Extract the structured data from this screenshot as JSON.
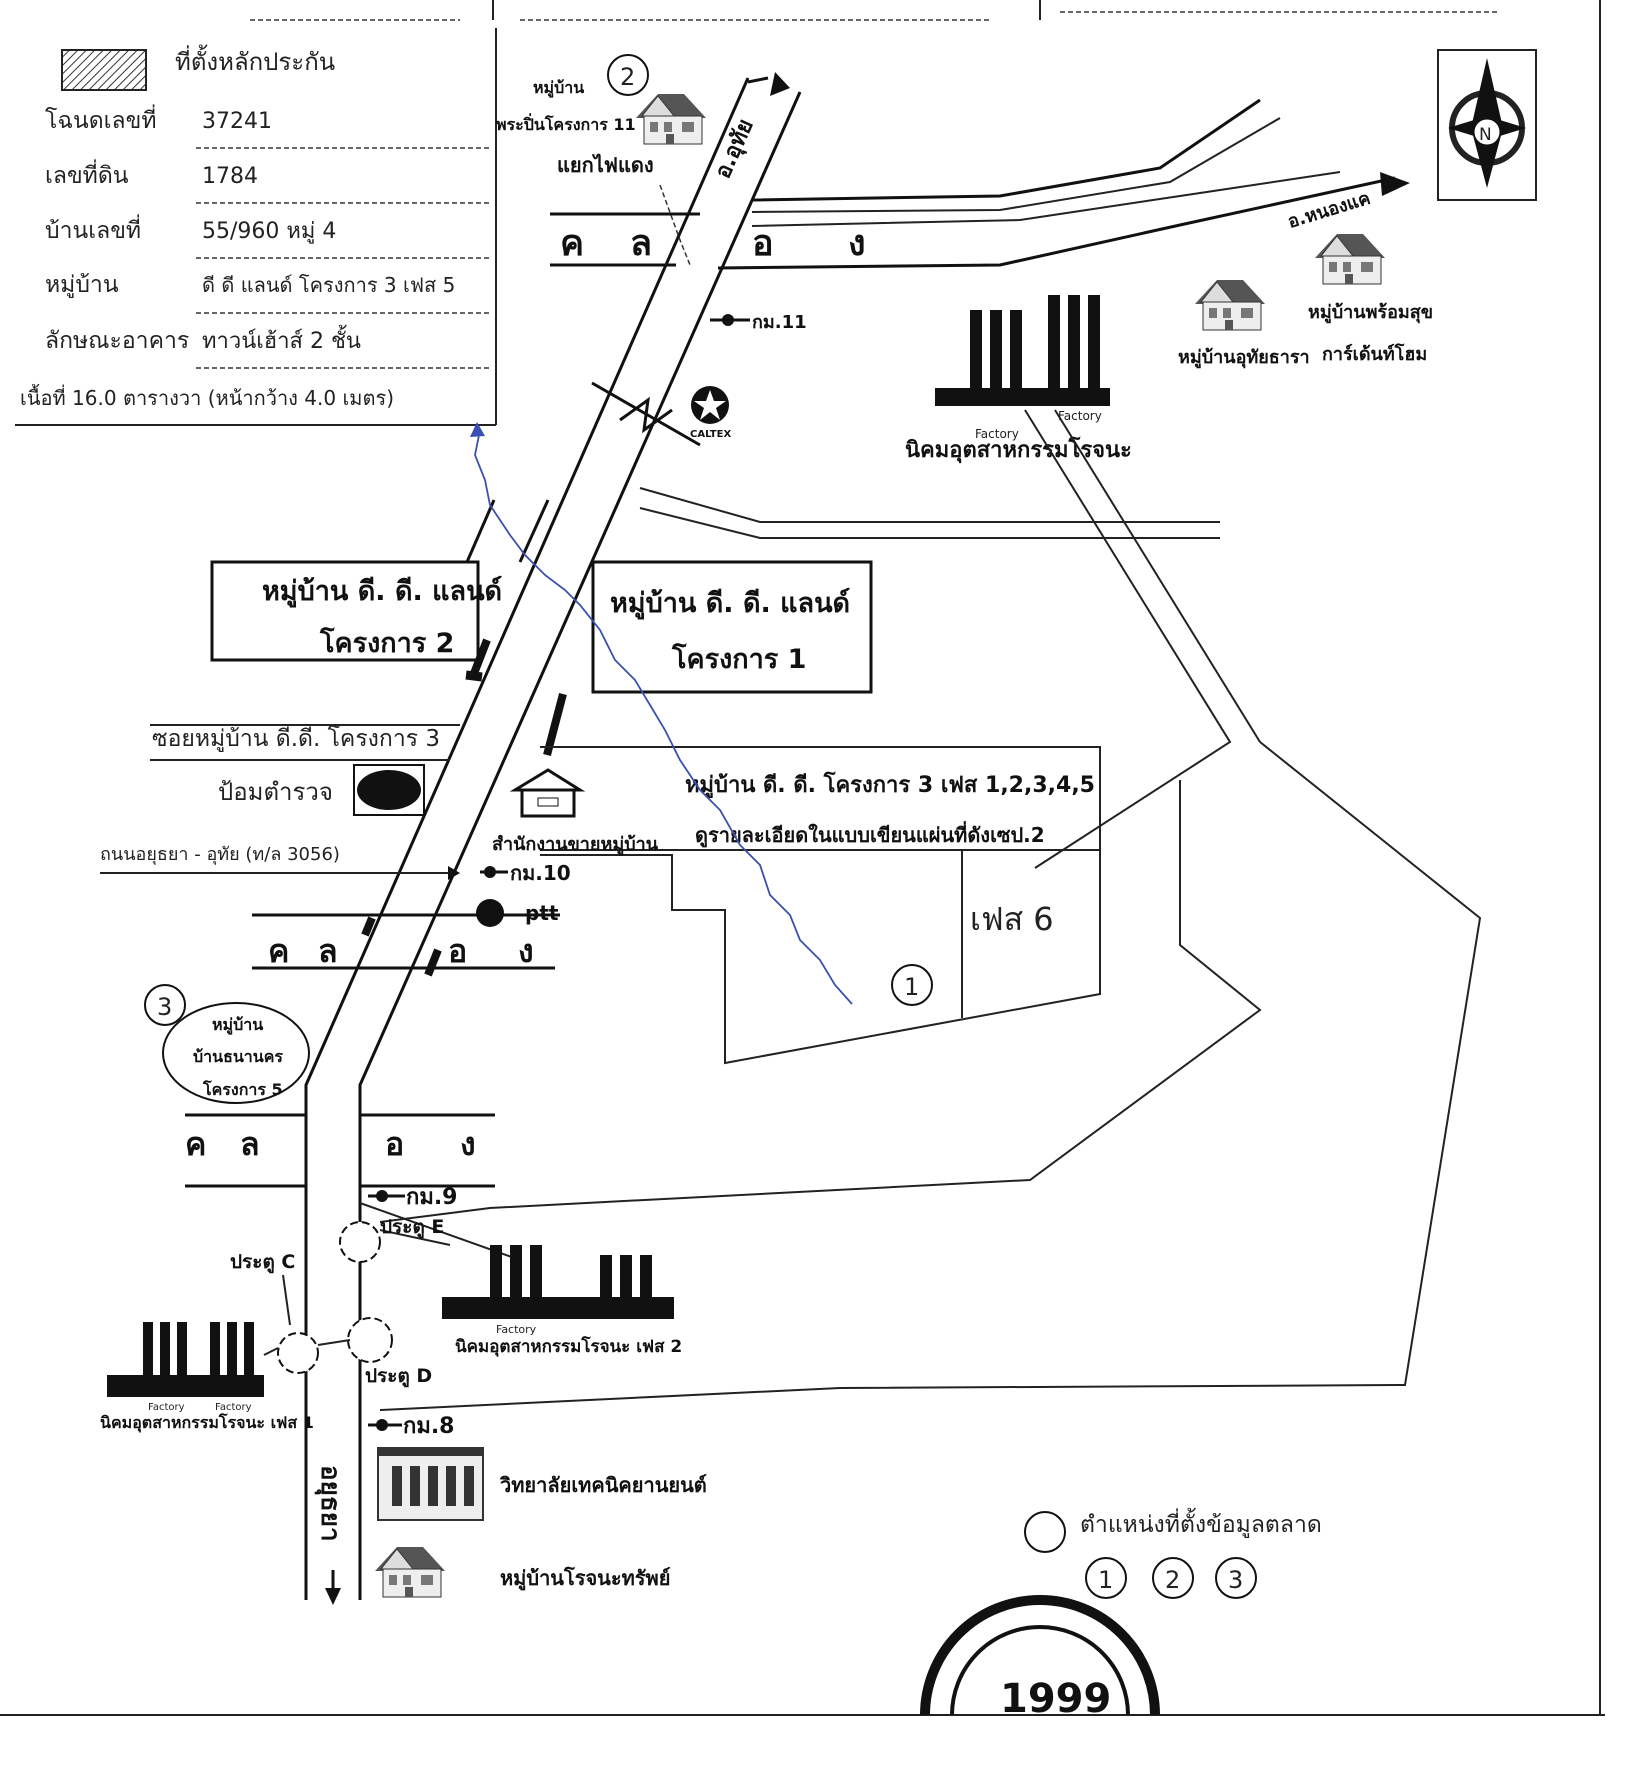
{
  "legend": {
    "collateral_label": "ที่ตั้งหลักประกัน",
    "rows": [
      {
        "label": "โฉนดเลขที่",
        "value": "37241"
      },
      {
        "label": "เลขที่ดิน",
        "value": "1784"
      },
      {
        "label": "บ้านเลขที่",
        "value": "55/960 หมู่ 4"
      },
      {
        "label": "หมู่บ้าน",
        "value": "ดี ดี แลนด์ โครงการ 3 เฟส 5"
      },
      {
        "label": "ลักษณะอาคาร",
        "value": "ทาวน์เฮ้าส์ 2 ชั้น"
      }
    ],
    "area": "เนื้อที่ 16.0 ตารางวา (หน้ากว้าง 4.0 เมตร)"
  },
  "compass": {
    "letter": "N",
    "icon": "north-arrow-icon"
  },
  "canal": {
    "c1": "ค",
    "c2": "ล",
    "c3": "อ",
    "c4": "ง"
  },
  "labels": {
    "to_uthai": "อ.อุทัย",
    "to_nong_khae": "อ.หนองแค",
    "village_11_l1": "หมู่บ้าน",
    "village_11_l2": "พระปิ่นโครงการ 11",
    "traffic_light": "แยกไฟแดง",
    "km11": "กม.11",
    "km10": "กม.10",
    "km9": "กม.9",
    "km8": "กม.8",
    "caltex": "CALTEX",
    "ptt": "ptt",
    "rojana_estate": "นิคมอุตสาหกรรมโรจนะ",
    "factory": "Factory",
    "uthai_thara": "หมู่บ้านอุทัยธารา",
    "phromsuk_l1": "หมู่บ้านพร้อมสุข",
    "phromsuk_l2": "การ์เด้นท์โฮม",
    "dd_project2_l1": "หมู่บ้าน ดี. ดี. แลนด์",
    "dd_project2_l2": "โครงการ 2",
    "dd_project1_l1": "หมู่บ้าน ดี. ดี. แลนด์",
    "dd_project1_l2": "โครงการ 1",
    "soi_dd3": "ซอยหมู่บ้าน ดี.ดี. โครงการ 3",
    "police_box": "ป้อมตำรวจ",
    "village_office": "สำนักงานขายหมู่บ้าน",
    "road_name": "ถนนอยุธยา - อุทัย (ท/ล 3056)",
    "dd3_phases": "หมู่บ้าน ดี. ดี. โครงการ 3 เฟส 1,2,3,4,5",
    "dd3_detail": "ดูรายละเอียดในแบบเขียนแผ่นที่ดังเซป.2",
    "phase6": "เฟส 6",
    "thananakhon_l1": "หมู่บ้าน",
    "thananakhon_l2": "บ้านธนานคร",
    "thananakhon_l3": "โครงการ 5",
    "gate_c": "ประตู C",
    "gate_d": "ประตู D",
    "gate_e": "ประตู E",
    "rojana_phase1": "นิคมอุตสาหกรรมโรจนะ เฟส 1",
    "rojana_phase2": "นิคมอุตสาหกรรมโรจนะ เฟส 2",
    "tech_college": "วิทยาลัยเทคนิคยานยนต์",
    "rojana_sap": "หมู่บ้านโรจนะทรัพย์",
    "to_ayutthaya": "อยุธยา",
    "market_legend": "ตำแหน่งที่ตั้งข้อมูลตลาด",
    "n1": "1",
    "n2": "2",
    "n3": "3",
    "stamp_text": "1999"
  }
}
